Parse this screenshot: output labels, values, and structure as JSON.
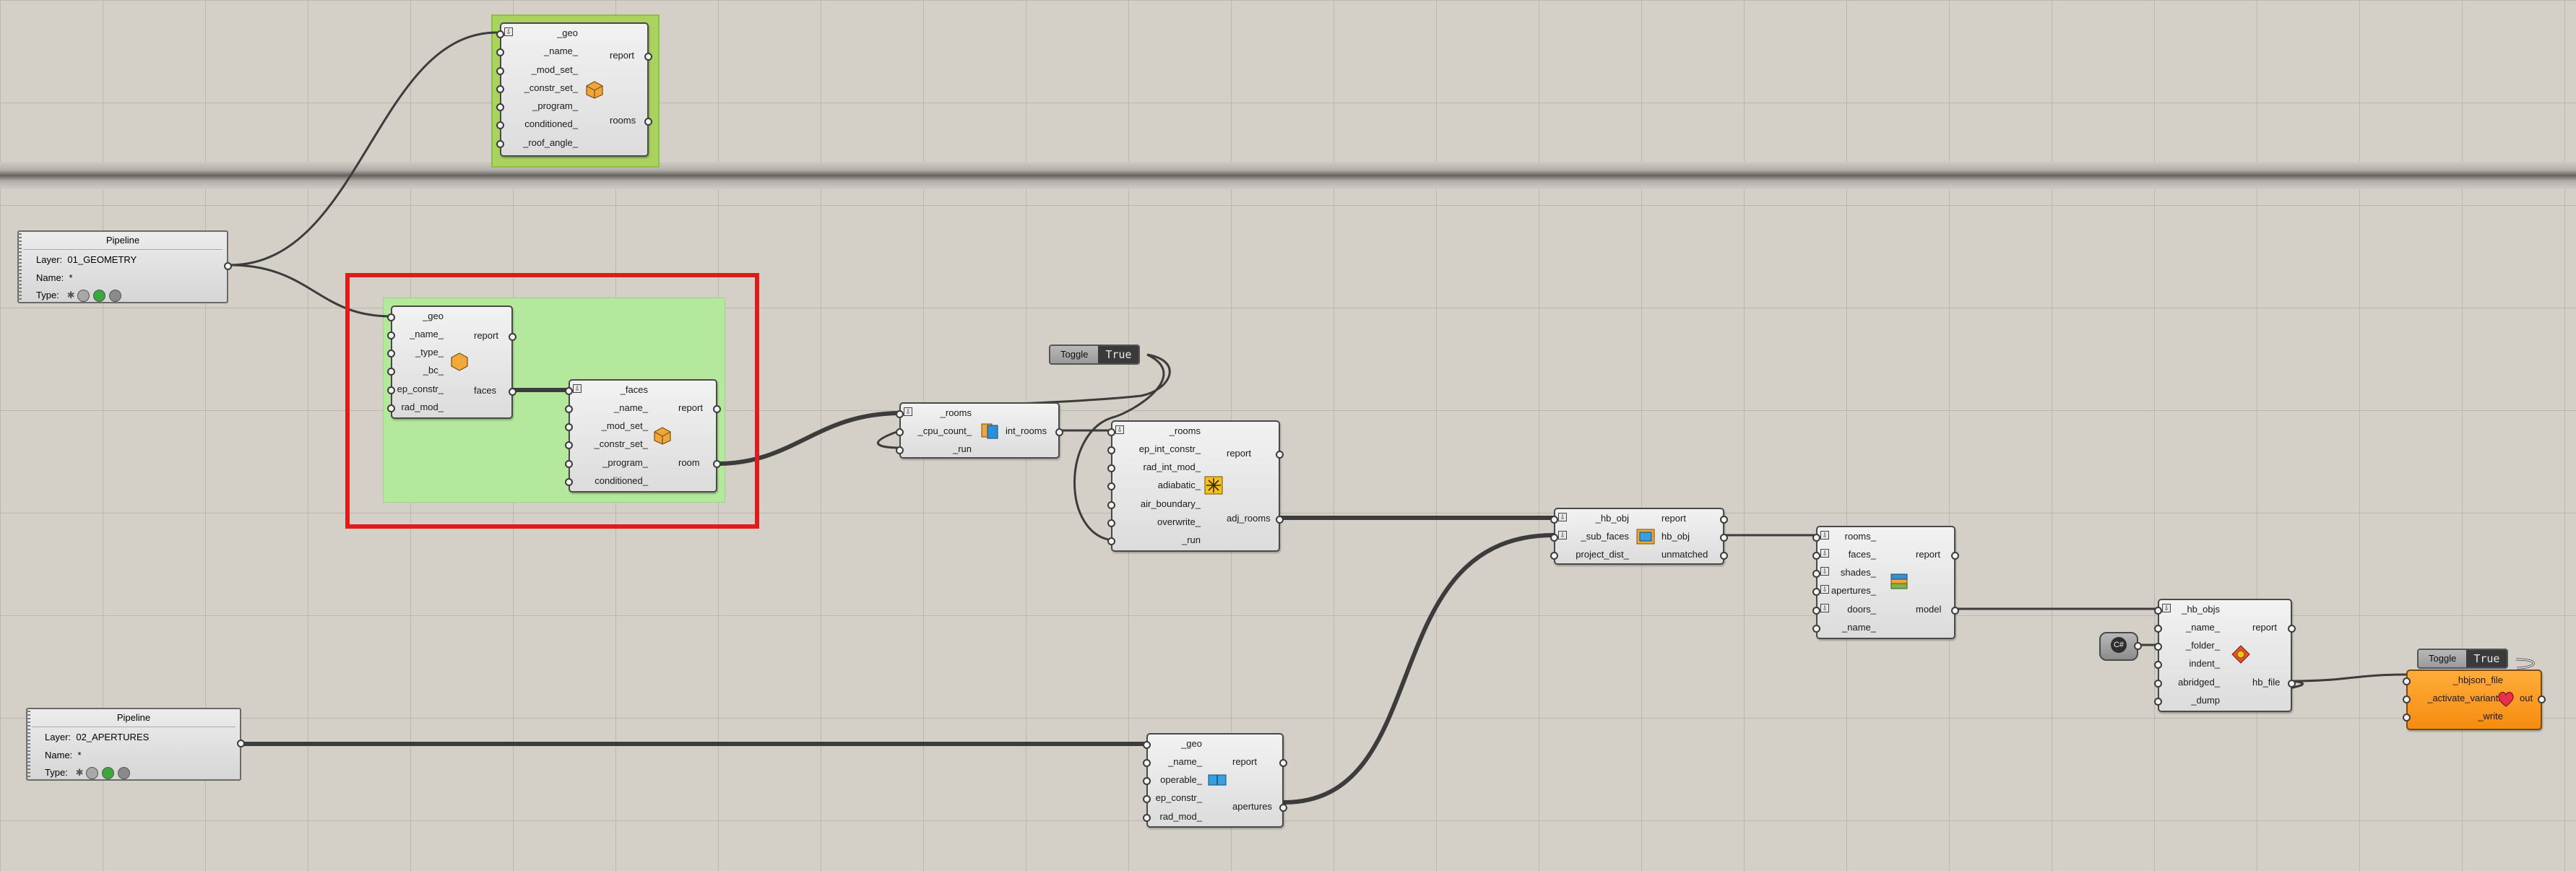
{
  "canvas": {
    "background": "#d4d0c8"
  },
  "pipelines": [
    {
      "title": "Pipeline",
      "layer_label": "Layer:",
      "layer_value": "01_GEOMETRY",
      "name_label": "Name:",
      "name_value": "*",
      "type_label": "Type:"
    },
    {
      "title": "Pipeline",
      "layer_label": "Layer:",
      "layer_value": "02_APERTURES",
      "name_label": "Name:",
      "name_value": "*",
      "type_label": "Type:"
    }
  ],
  "room_from_brep": {
    "inputs": [
      "_geo",
      "_name_",
      "_mod_set_",
      "_constr_set_",
      "_program_",
      "conditioned_",
      "_roof_angle_"
    ],
    "outputs": [
      "report",
      "rooms"
    ]
  },
  "face": {
    "inputs": [
      "_geo",
      "_name_",
      "_type_",
      "_bc_",
      "ep_constr_",
      "rad_mod_"
    ],
    "outputs": [
      "report",
      "faces"
    ]
  },
  "room": {
    "inputs": [
      "_faces",
      "_name_",
      "_mod_set_",
      "_constr_set_",
      "_program_",
      "conditioned_"
    ],
    "outputs": [
      "report",
      "room"
    ]
  },
  "intersect": {
    "inputs": [
      "_rooms",
      "_cpu_count_",
      "_run"
    ],
    "outputs": [
      "int_rooms"
    ]
  },
  "solve_adjacency": {
    "inputs": [
      "_rooms",
      "ep_int_constr_",
      "rad_int_mod_",
      "adiabatic_",
      "air_boundary_",
      "overwrite_",
      "_run"
    ],
    "outputs": [
      "report",
      "adj_rooms"
    ]
  },
  "add_subface": {
    "inputs": [
      "_hb_obj",
      "_sub_faces",
      "project_dist_"
    ],
    "outputs": [
      "report",
      "hb_obj",
      "unmatched"
    ]
  },
  "model": {
    "inputs": [
      "rooms_",
      "faces_",
      "shades_",
      "apertures_",
      "doors_",
      "_name_"
    ],
    "outputs": [
      "report",
      "model"
    ]
  },
  "dump_objects": {
    "inputs": [
      "_hb_objs",
      "_name_",
      "_folder_",
      "indent_",
      "abridged_",
      "_dump"
    ],
    "outputs": [
      "report",
      "hb_file"
    ]
  },
  "aperture": {
    "inputs": [
      "_geo",
      "_name_",
      "operable_",
      "ep_constr_",
      "rad_mod_"
    ],
    "outputs": [
      "report",
      "apertures"
    ]
  },
  "hbjson_writer": {
    "inputs": [
      "_hbjson_file",
      "_activate_variants",
      "_write"
    ],
    "outputs": [
      "out"
    ]
  },
  "toggles": [
    {
      "label": "Toggle",
      "value": "True"
    },
    {
      "label": "Toggle",
      "value": "True"
    }
  ],
  "colors": {
    "selection": "#e01b1b",
    "group_light": "#b4e89c",
    "group_strong": "#a9d35e",
    "orange": "#f68c10"
  }
}
